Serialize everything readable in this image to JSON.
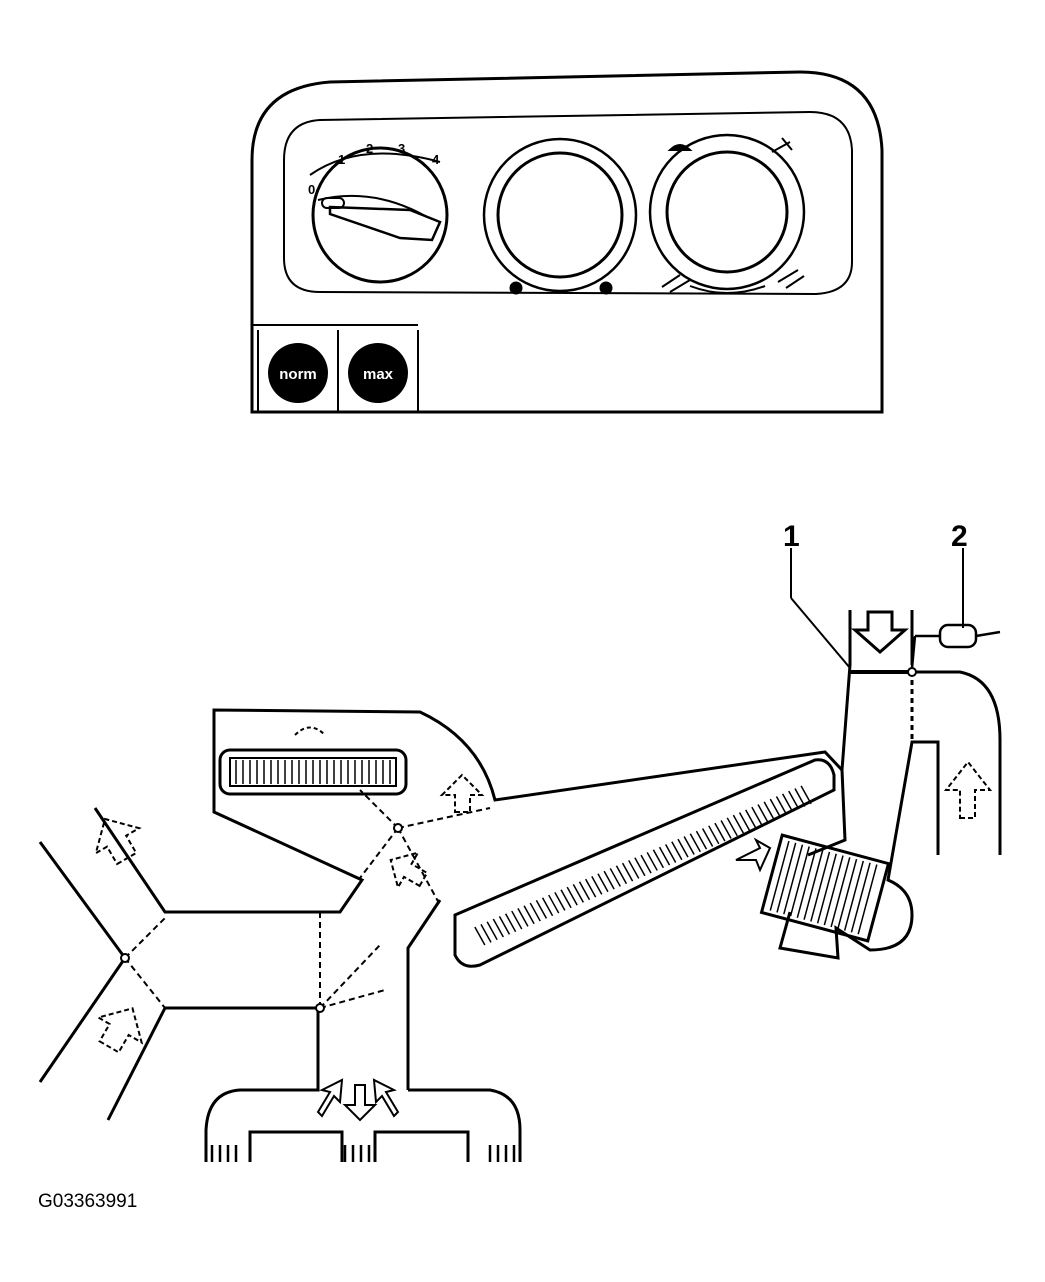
{
  "panel": {
    "scale_labels": [
      "0",
      "1",
      "2",
      "3",
      "4"
    ],
    "buttons": [
      {
        "id": "norm",
        "label": "norm"
      },
      {
        "id": "max",
        "label": "max"
      }
    ]
  },
  "callouts": [
    {
      "id": "1",
      "label": "1"
    },
    {
      "id": "2",
      "label": "2"
    }
  ],
  "figure_code": "G03363991"
}
